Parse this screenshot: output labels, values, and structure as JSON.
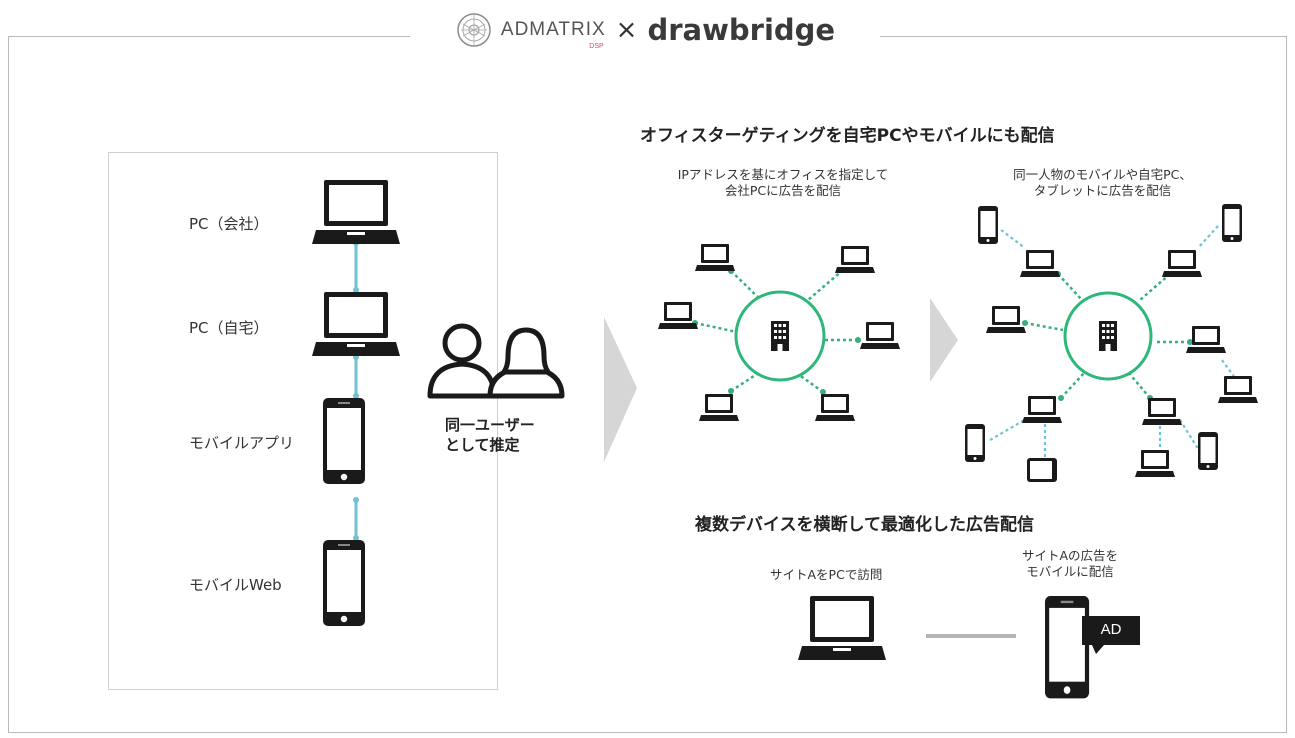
{
  "header": {
    "admatrix": "ADMATRIX",
    "dsp": "DSP",
    "times": "×",
    "drawbridge": "drawbridge"
  },
  "left": {
    "devices": [
      {
        "label": "PC（会社）",
        "icon": "laptop-icon"
      },
      {
        "label": "PC（自宅）",
        "icon": "laptop-icon"
      },
      {
        "label": "モバイルアプリ",
        "icon": "smartphone-icon"
      },
      {
        "label": "モバイルWeb",
        "icon": "smartphone-icon"
      }
    ],
    "users_line1": "同一ユーザー",
    "users_line2": "として推定"
  },
  "right": {
    "title1": "オフィスターゲティングを自宅PCやモバイルにも配信",
    "caption_left": [
      "IPアドレスを基にオフィスを指定して",
      "会社PCに広告を配信"
    ],
    "caption_right": [
      "同一人物のモバイルや自宅PC、",
      "タブレットに広告を配信"
    ],
    "title2": "複数デバイスを横断して最適化した広告配信",
    "bottom_left": "サイトAをPCで訪問",
    "bottom_right": [
      "サイトAの広告を",
      "モバイルに配信"
    ],
    "ad_label": "AD"
  },
  "colors": {
    "accent_green": "#2db87a",
    "dotted_green": "#35b07a",
    "link_blue": "#6cc3d5",
    "frame_gray": "#b9b9b9",
    "chevron_gray": "#d6d6d6",
    "device_dark": "#1a1a1a"
  }
}
